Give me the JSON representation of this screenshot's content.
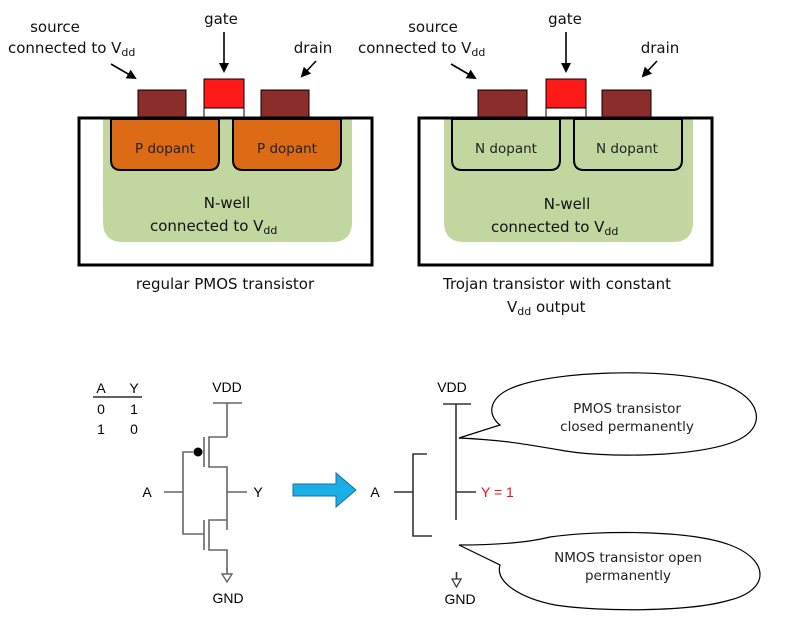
{
  "colors": {
    "metal_contact": "#8b2e2b",
    "gate_poly": "#ff1a1a",
    "p_dopant": "#dd6a14",
    "n_well": "#c2d6a0",
    "n_dopant": "#c2d6a0",
    "outline": "#000000",
    "arrow_fill": "#19aee6",
    "y_highlight": "#e8141c"
  },
  "left_device": {
    "source_label": "source",
    "source_sub_label": "connected to V",
    "source_subscript": "dd",
    "gate_label": "gate",
    "drain_label": "drain",
    "left_dopant": "P dopant",
    "right_dopant": "P dopant",
    "well_label": "N-well",
    "well_sub_label": "connected to V",
    "well_subscript": "dd",
    "caption": "regular PMOS transistor"
  },
  "right_device": {
    "source_label": "source",
    "source_sub_label": "connected to V",
    "source_subscript": "dd",
    "gate_label": "gate",
    "drain_label": "drain",
    "left_dopant": "N dopant",
    "right_dopant": "N dopant",
    "well_label": "N-well",
    "well_sub_label": "connected to V",
    "well_subscript": "dd",
    "caption_line1": "Trojan transistor with constant",
    "caption_line2_prefix": "V",
    "caption_line2_subscript": "dd",
    "caption_line2_suffix": " output"
  },
  "truth_table": {
    "headers": [
      "A",
      "Y"
    ],
    "rows": [
      [
        "0",
        "1"
      ],
      [
        "1",
        "0"
      ]
    ]
  },
  "inverter": {
    "vdd": "VDD",
    "gnd": "GND",
    "input": "A",
    "output": "Y"
  },
  "trojan_circuit": {
    "vdd": "VDD",
    "gnd": "GND",
    "input": "A",
    "output": "Y = 1",
    "callout_top_line1": "PMOS transistor",
    "callout_top_line2": "closed permanently",
    "callout_bottom_line1": "NMOS transistor open",
    "callout_bottom_line2": "permanently"
  },
  "transform_arrow": "right-arrow-icon"
}
